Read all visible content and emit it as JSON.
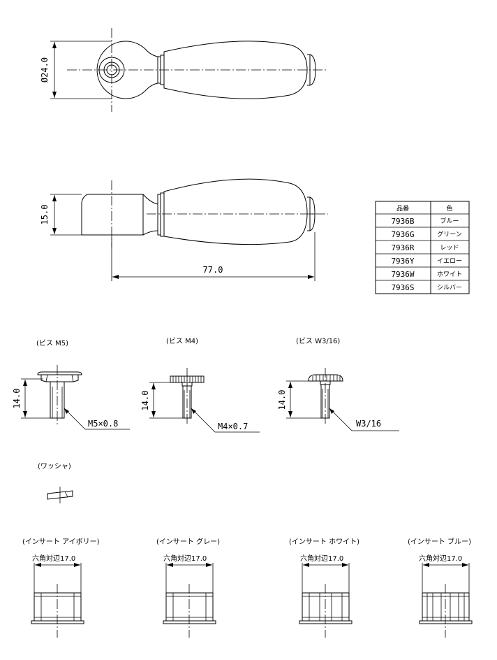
{
  "dimensions": {
    "diameter": "Ø24.0",
    "height": "15.0",
    "length": "77.0",
    "screw_height": "14.0",
    "across_flats": "六角対辺17.0"
  },
  "color_table": {
    "headers": [
      "品番",
      "色"
    ],
    "rows": [
      [
        "7936B",
        "ブルー"
      ],
      [
        "7936G",
        "グリーン"
      ],
      [
        "7936R",
        "レッド"
      ],
      [
        "7936Y",
        "イエロー"
      ],
      [
        "7936W",
        "ホワイト"
      ],
      [
        "7936S",
        "シルバー"
      ]
    ]
  },
  "screws": [
    {
      "title": "(ビス M5)",
      "thread": "M5×0.8"
    },
    {
      "title": "(ビス M4)",
      "thread": "M4×0.7"
    },
    {
      "title": "(ビス W3/16)",
      "thread": "W3/16"
    }
  ],
  "washer": {
    "title": "(ワッシャ)"
  },
  "inserts": [
    {
      "title": "(インサート アイボリー)"
    },
    {
      "title": "(インサート グレー)"
    },
    {
      "title": "(インサート ホワイト)"
    },
    {
      "title": "(インサート ブルー)"
    }
  ]
}
